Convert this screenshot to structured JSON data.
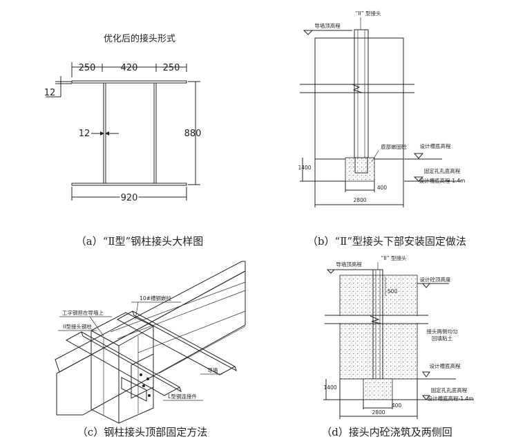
{
  "panel_a": {
    "title": "优化后的接头形式",
    "dim_left": "250",
    "dim_mid": "420",
    "dim_right": "250",
    "dim_flange": "12",
    "dim_web": "12",
    "dim_height": "880",
    "dim_width": "920",
    "caption": "（a）“Ⅱ型”钢柱接头大样图"
  },
  "panel_b": {
    "label_joint": "“II” 型接头",
    "label_wall_top": "导墙顶高程",
    "label_embed": "底部嵌固砼",
    "label_design_bottom": "设计槽底高程",
    "label_hole_bottom": "固定孔孔底高程",
    "label_design_bottom_minus": "设计槽底高程-1.4m",
    "dim_1400": "1400",
    "dim_400": "400",
    "dim_2800": "2800",
    "caption": "（b）“Ⅱ”型接头下部安装固定做法"
  },
  "panel_c": {
    "label_channel": "10#槽钢嵌拉",
    "label_ibeam": "工字钢担在导墙上",
    "label_column": "II型接头钢柱",
    "label_wall": "导墙",
    "label_lsteel": "L型钢连接件",
    "caption": "（c）钢柱接头顶部固定方法"
  },
  "panel_d": {
    "label_joint": "“II” 型接头",
    "label_wall_top": "导墙顶高程",
    "label_concrete_top": "设计砼顶高度",
    "label_500": "500",
    "label_backfill_1": "接头两侧均匀",
    "label_backfill_2": "回填粘土",
    "label_design_bottom": "设计槽底高程",
    "label_hole_bottom": "固定孔孔底高程",
    "label_design_bottom_minus": "设计槽底高程-1.4m",
    "dim_1400": "1400",
    "dim_400": "400",
    "dim_2800": "2800",
    "caption": "（d）接头内砼浇筑及两侧回"
  }
}
